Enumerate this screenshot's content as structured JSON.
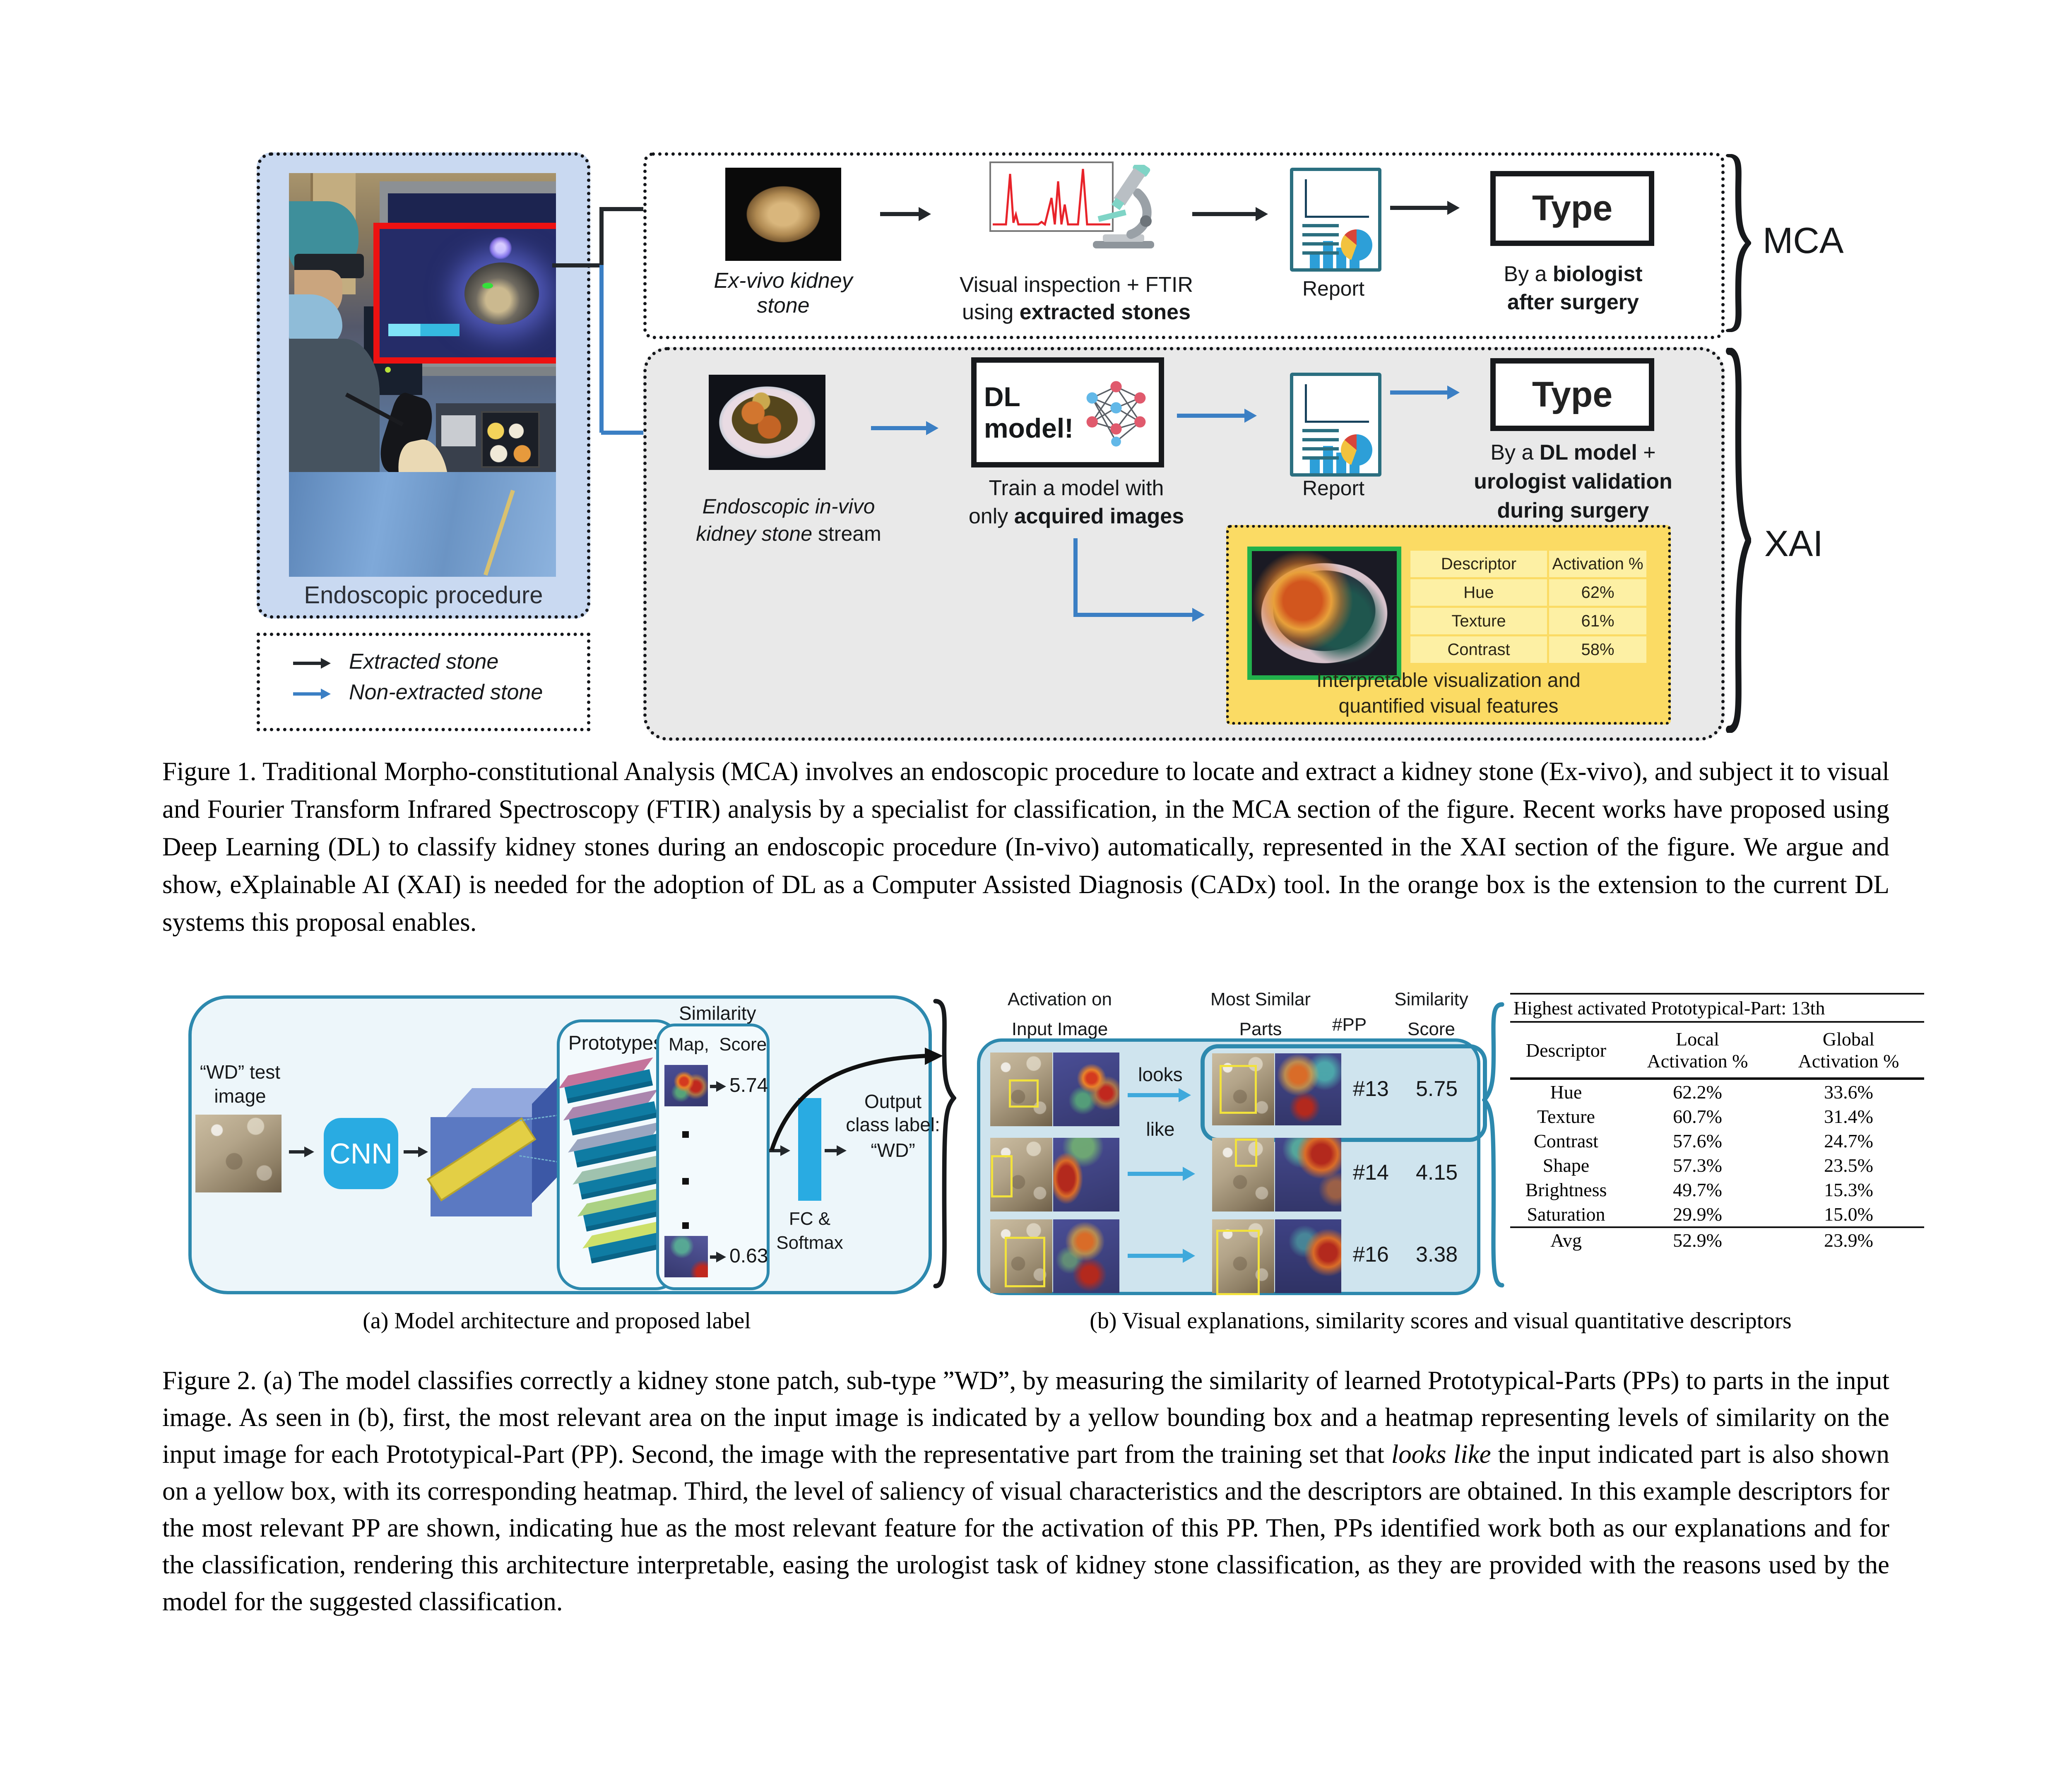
{
  "figure1": {
    "endo": {
      "label": "Endoscopic procedure"
    },
    "legend": {
      "extracted": "Extracted stone",
      "non_extracted": "Non-extracted stone"
    },
    "mca": {
      "label": "MCA",
      "exvivo_line1": "Ex-vivo kidney",
      "exvivo_line2": "stone",
      "inspect_line1": "Visual inspection + FTIR",
      "inspect_line2_pre": "using ",
      "inspect_line2_bold": "extracted stones",
      "report": "Report",
      "type": "Type",
      "by_pre": "By a ",
      "by_bold": "biologist",
      "by_line2": "after surgery"
    },
    "xai": {
      "label": "XAI",
      "invivo_line1": "Endoscopic in-vivo",
      "invivo_line2_italic": "kidney stone",
      "invivo_line2_plain": " stream",
      "dl_line1": "DL",
      "dl_line2": "model!",
      "train_line1": "Train a model with",
      "train_line2_pre": "only ",
      "train_line2_bold": "acquired images",
      "report": "Report",
      "type": "Type",
      "by_pre": "By a ",
      "by_bold": "DL model",
      "by_post": " +",
      "by_line2": "urologist validation",
      "by_line3": "during surgery",
      "box": {
        "header_descriptor": "Descriptor",
        "header_activation": "Activation %",
        "rows": [
          [
            "Hue",
            "62%"
          ],
          [
            "Texture",
            "61%"
          ],
          [
            "Contrast",
            "58%"
          ]
        ],
        "caption_line1": "Interpretable visualization and",
        "caption_line2": "quantified visual features"
      }
    },
    "caption": "Figure 1.  Traditional Morpho-constitutional Analysis (MCA) involves an endoscopic procedure to locate and extract a kidney stone (Ex-vivo), and subject it to visual and Fourier Transform Infrared Spectroscopy (FTIR) analysis by a specialist for classification, in the MCA section of the figure. Recent works have proposed using Deep Learning (DL) to classify kidney stones during an endoscopic procedure (In-vivo) automatically, represented in the XAI section of the figure. We argue and show, eXplainable AI (XAI) is needed for the adoption of DL as a Computer Assisted Diagnosis (CADx) tool. In the orange box is the extension to the current DL systems this proposal enables."
  },
  "figure2": {
    "a": {
      "test_line1": "“WD” test",
      "test_line2": "image",
      "cnn": "CNN",
      "prototypes": "Prototypes",
      "similarity": "Similarity",
      "map_score": "Map,  Score",
      "score_top": "5.74",
      "score_bottom": "0.63",
      "fc_line1": "FC &",
      "fc_line2": "Softmax",
      "out_line1": "Output",
      "out_line2": "class label:",
      "out_line3": "“WD”",
      "subcaption": "(a) Model architecture and proposed label"
    },
    "b": {
      "header_col1_line1": "Activation on",
      "header_col1_line2": "Input Image",
      "header_col2_line1": "Most Similar",
      "header_col2_line2": "Parts",
      "header_pp": "#PP",
      "header_score_line1": "Similarity",
      "header_score_line2": "Score",
      "looks_line1": "looks",
      "looks_line2": "like",
      "rows": [
        {
          "pp": "#13",
          "score": "5.75"
        },
        {
          "pp": "#14",
          "score": "4.15"
        },
        {
          "pp": "#16",
          "score": "3.38"
        }
      ],
      "subcaption": "(b) Visual explanations, similarity scores and visual quantitative descriptors"
    },
    "table": {
      "title": "Highest activated Prototypical-Part: 13th",
      "col_descriptor": "Descriptor",
      "col_local_line1": "Local",
      "col_local_line2": "Activation %",
      "col_global_line1": "Global",
      "col_global_line2": "Activation %",
      "rows": [
        [
          "Hue",
          "62.2%",
          "33.6%"
        ],
        [
          "Texture",
          "60.7%",
          "31.4%"
        ],
        [
          "Contrast",
          "57.6%",
          "24.7%"
        ],
        [
          "Shape",
          "57.3%",
          "23.5%"
        ],
        [
          "Brightness",
          "49.7%",
          "15.3%"
        ],
        [
          "Saturation",
          "29.9%",
          "15.0%"
        ]
      ],
      "avg": [
        "Avg",
        "52.9%",
        "23.9%"
      ]
    },
    "caption_pre": "Figure 2.  (a) The model classifies correctly a kidney stone patch, sub-type ”WD”, by measuring the similarity of learned Prototypical-Parts (PPs) to parts in the input image. As seen in (b), first, the most relevant area on the input image is indicated by a yellow bounding box and a heatmap representing levels of similarity on the input image for each Prototypical-Part (PP). Second, the image with the representative part from the training set that ",
    "caption_italic": "looks like",
    "caption_post": " the input indicated part is also shown on a yellow box, with its corresponding heatmap. Third, the level of saliency of visual characteristics and the descriptors are obtained. In this example descriptors for the most relevant PP are shown, indicating hue as the most relevant feature for the activation of this PP. Then, PPs identified work both as our explanations and for the classification, rendering this architecture interpretable, easing the urologist task of kidney stone classification, as they are provided with the reasons used by the model for the suggested classification."
  },
  "colors": {
    "accent_teal": "#2d89ae",
    "cnn_blue": "#29abe2",
    "highlight_yellow": "#fbdb64",
    "arrow_black": "#23272b",
    "arrow_blue": "#3b7fc4",
    "green_border": "#22b14c",
    "red_highlight": "#ee1111"
  }
}
